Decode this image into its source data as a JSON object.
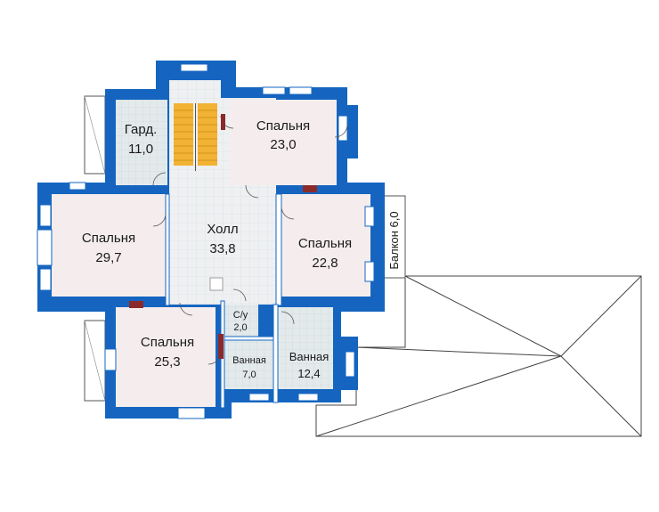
{
  "rooms": {
    "wardrobe": {
      "name": "Гард.",
      "area": "11,0"
    },
    "bedroom1": {
      "name": "Спальня",
      "area": "23,0"
    },
    "bedroom2": {
      "name": "Спальня",
      "area": "29,7"
    },
    "hall": {
      "name": "Холл",
      "area": "33,8"
    },
    "bedroom3": {
      "name": "Спальня",
      "area": "22,8"
    },
    "wc": {
      "name": "С/у",
      "area": "2,0"
    },
    "bedroom4": {
      "name": "Спальня",
      "area": "25,3"
    },
    "bath1": {
      "name": "Ванная",
      "area": "7,0"
    },
    "bath2": {
      "name": "Ванная",
      "area": "12,4"
    }
  },
  "balcony": {
    "label": "Балкон 6,0"
  },
  "colors": {
    "wall": "#1565c0",
    "wall_inner": "#1e6fd0",
    "room_floor": "#f5eded",
    "hall_floor": "#eef0f2",
    "tile_floor": "#dfe7e9",
    "stairs": "#f2b233",
    "chimney": "#8b2a2a"
  }
}
